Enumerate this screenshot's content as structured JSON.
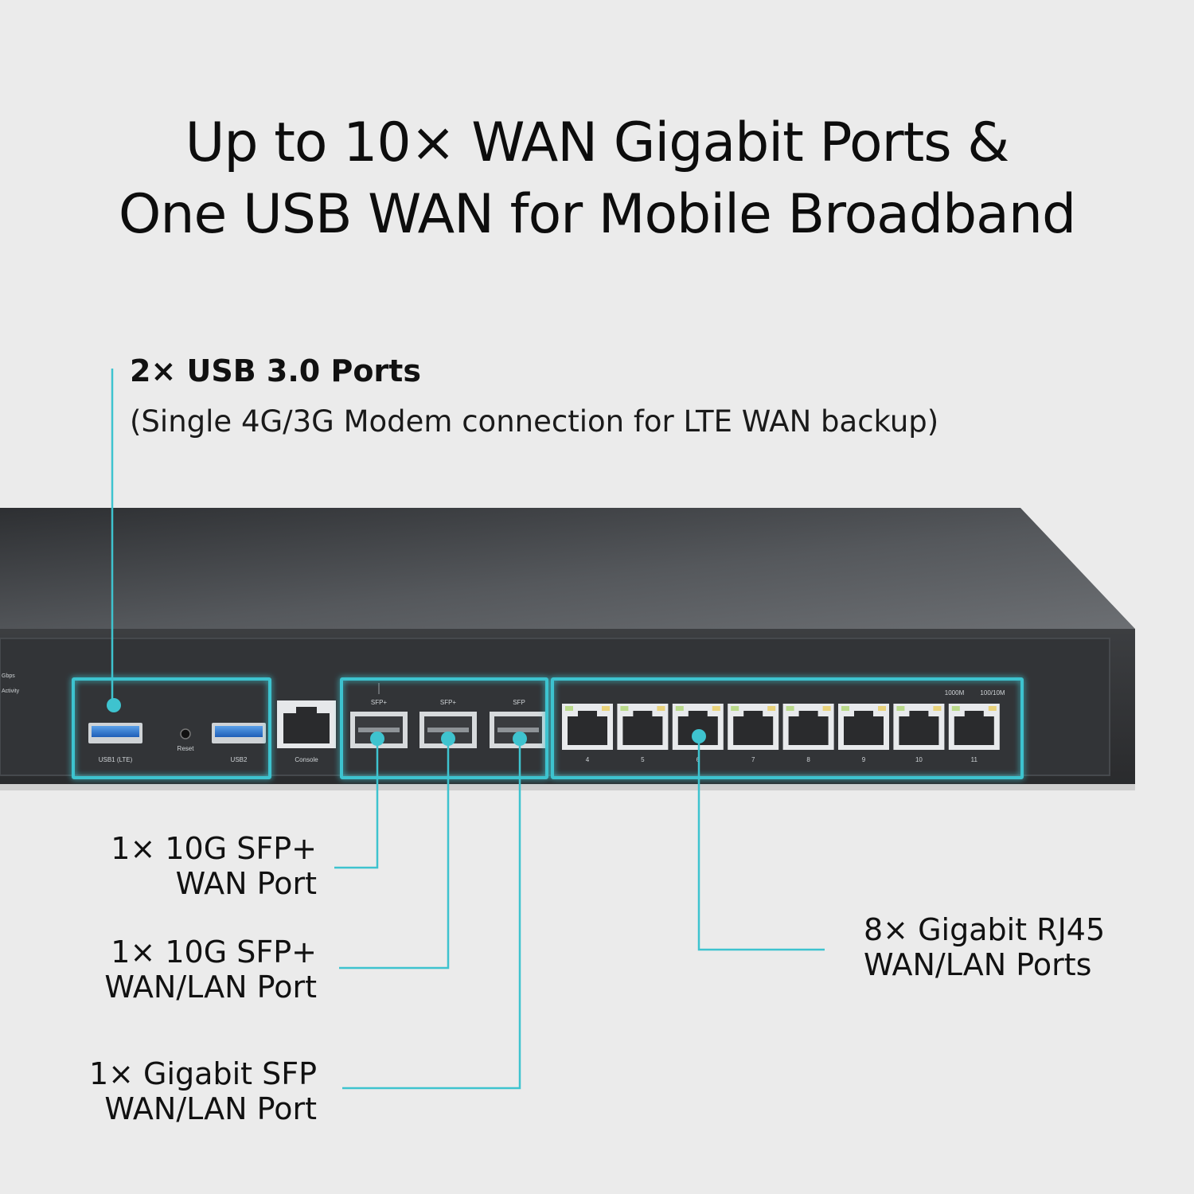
{
  "headline": {
    "line1": "Up to 10× WAN Gigabit Ports &",
    "line2": "One USB WAN for Mobile Broadband"
  },
  "usb_callout": {
    "title": "2× USB 3.0 Ports",
    "subtitle": "(Single 4G/3G Modem connection for LTE WAN backup)"
  },
  "callouts": {
    "sfp_wan": {
      "line1": "1× 10G SFP+",
      "line2": "WAN Port"
    },
    "sfp_wanlan": {
      "line1": "1× 10G SFP+",
      "line2": "WAN/LAN Port"
    },
    "sfp_gigabit": {
      "line1": "1× Gigabit SFP",
      "line2": "WAN/LAN Port"
    },
    "rj45": {
      "line1": "8× Gigabit RJ45",
      "line2": "WAN/LAN Ports"
    }
  },
  "device_labels": {
    "usb1": "USB1 (LTE)",
    "reset": "Reset",
    "usb2": "USB2",
    "console": "Console",
    "sfp1": "SFP+",
    "sfp2": "SFP+",
    "sfp3": "SFP",
    "speed_1000": "1000M",
    "speed_100": "100/10M",
    "led_gbps": "Gbps",
    "led_activity": "Activity",
    "port_numbers": [
      "4",
      "5",
      "6",
      "7",
      "8",
      "9",
      "10",
      "11"
    ]
  },
  "colors": {
    "accent": "#3ec3cf",
    "background": "#ebebeb",
    "device_body": "#3a3c3f"
  }
}
